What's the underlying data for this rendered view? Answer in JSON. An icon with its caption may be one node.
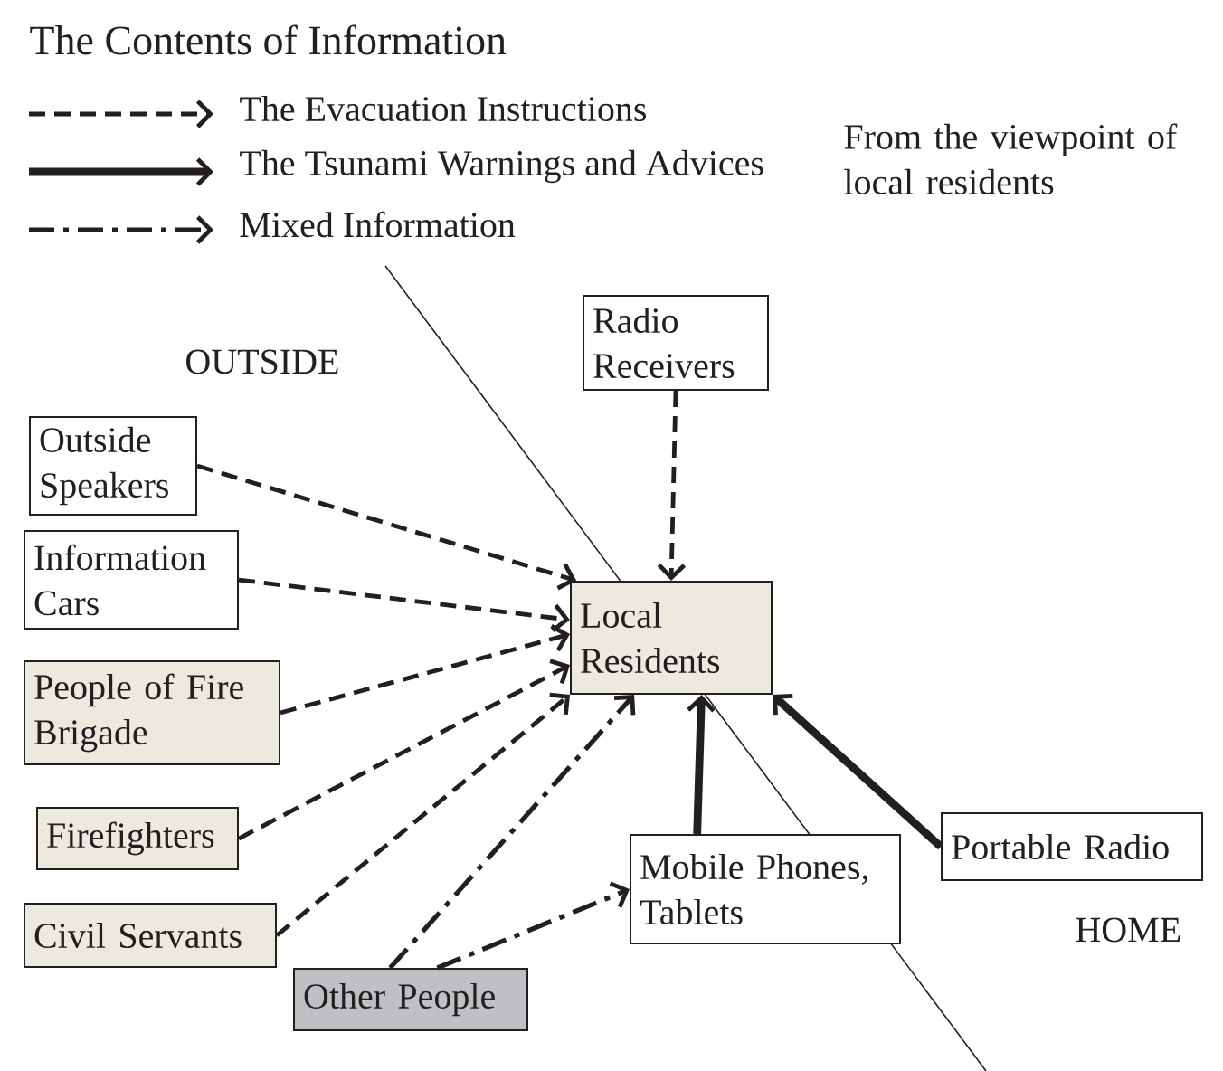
{
  "diagram": {
    "nodes": [
      {
        "text": [
          "Radio Receivers"
        ]
      },
      {
        "text": [
          "Outside Speakers"
        ]
      },
      {
        "text": [
          "Information Cars"
        ]
      },
      {
        "text": [
          "People of Fire Brigade"
        ]
      },
      {
        "text": [
          "Firefighters"
        ]
      },
      {
        "text": [
          "Civil Servants"
        ]
      },
      {
        "text": [
          "Local Residents"
        ]
      },
      {
        "text": [
          "Other People"
        ]
      },
      {
        "text": [
          "Mobile Phones, Tablets"
        ]
      },
      {
        "text": [
          "Portable Radio"
        ]
      }
    ],
    "edges": [
      {
        "from": 0,
        "to": 6,
        "arrow": "to",
        "style": "dashed"
      },
      {
        "from": 1,
        "to": 6,
        "arrow": "to",
        "style": "dashed"
      },
      {
        "from": 2,
        "to": 6,
        "arrow": "to",
        "style": "dashed"
      },
      {
        "from": 3,
        "to": 6,
        "arrow": "to",
        "style": "dashed"
      },
      {
        "from": 4,
        "to": 6,
        "arrow": "to",
        "style": "dashed"
      },
      {
        "from": 5,
        "to": 6,
        "arrow": "to",
        "style": "dashed"
      },
      {
        "from": 7,
        "to": 6,
        "arrow": "to",
        "style": "dashed"
      },
      {
        "from": 7,
        "to": 8,
        "arrow": "to",
        "style": "dashed"
      },
      {
        "from": 8,
        "to": 6,
        "arrow": "to",
        "style": "thick"
      },
      {
        "from": 9,
        "to": 6,
        "arrow": "to",
        "style": "thick"
      }
    ],
    "labels": [
      "The Contents of Information",
      "From the viewpoint of local residents",
      "OUTSIDE",
      "HOME"
    ],
    "legend": [
      {
        "text": "The Evacuation Instructions"
      },
      {
        "text": "The Tsunami Warnings and Advices"
      },
      {
        "text": "Mixed Information"
      }
    ]
  }
}
